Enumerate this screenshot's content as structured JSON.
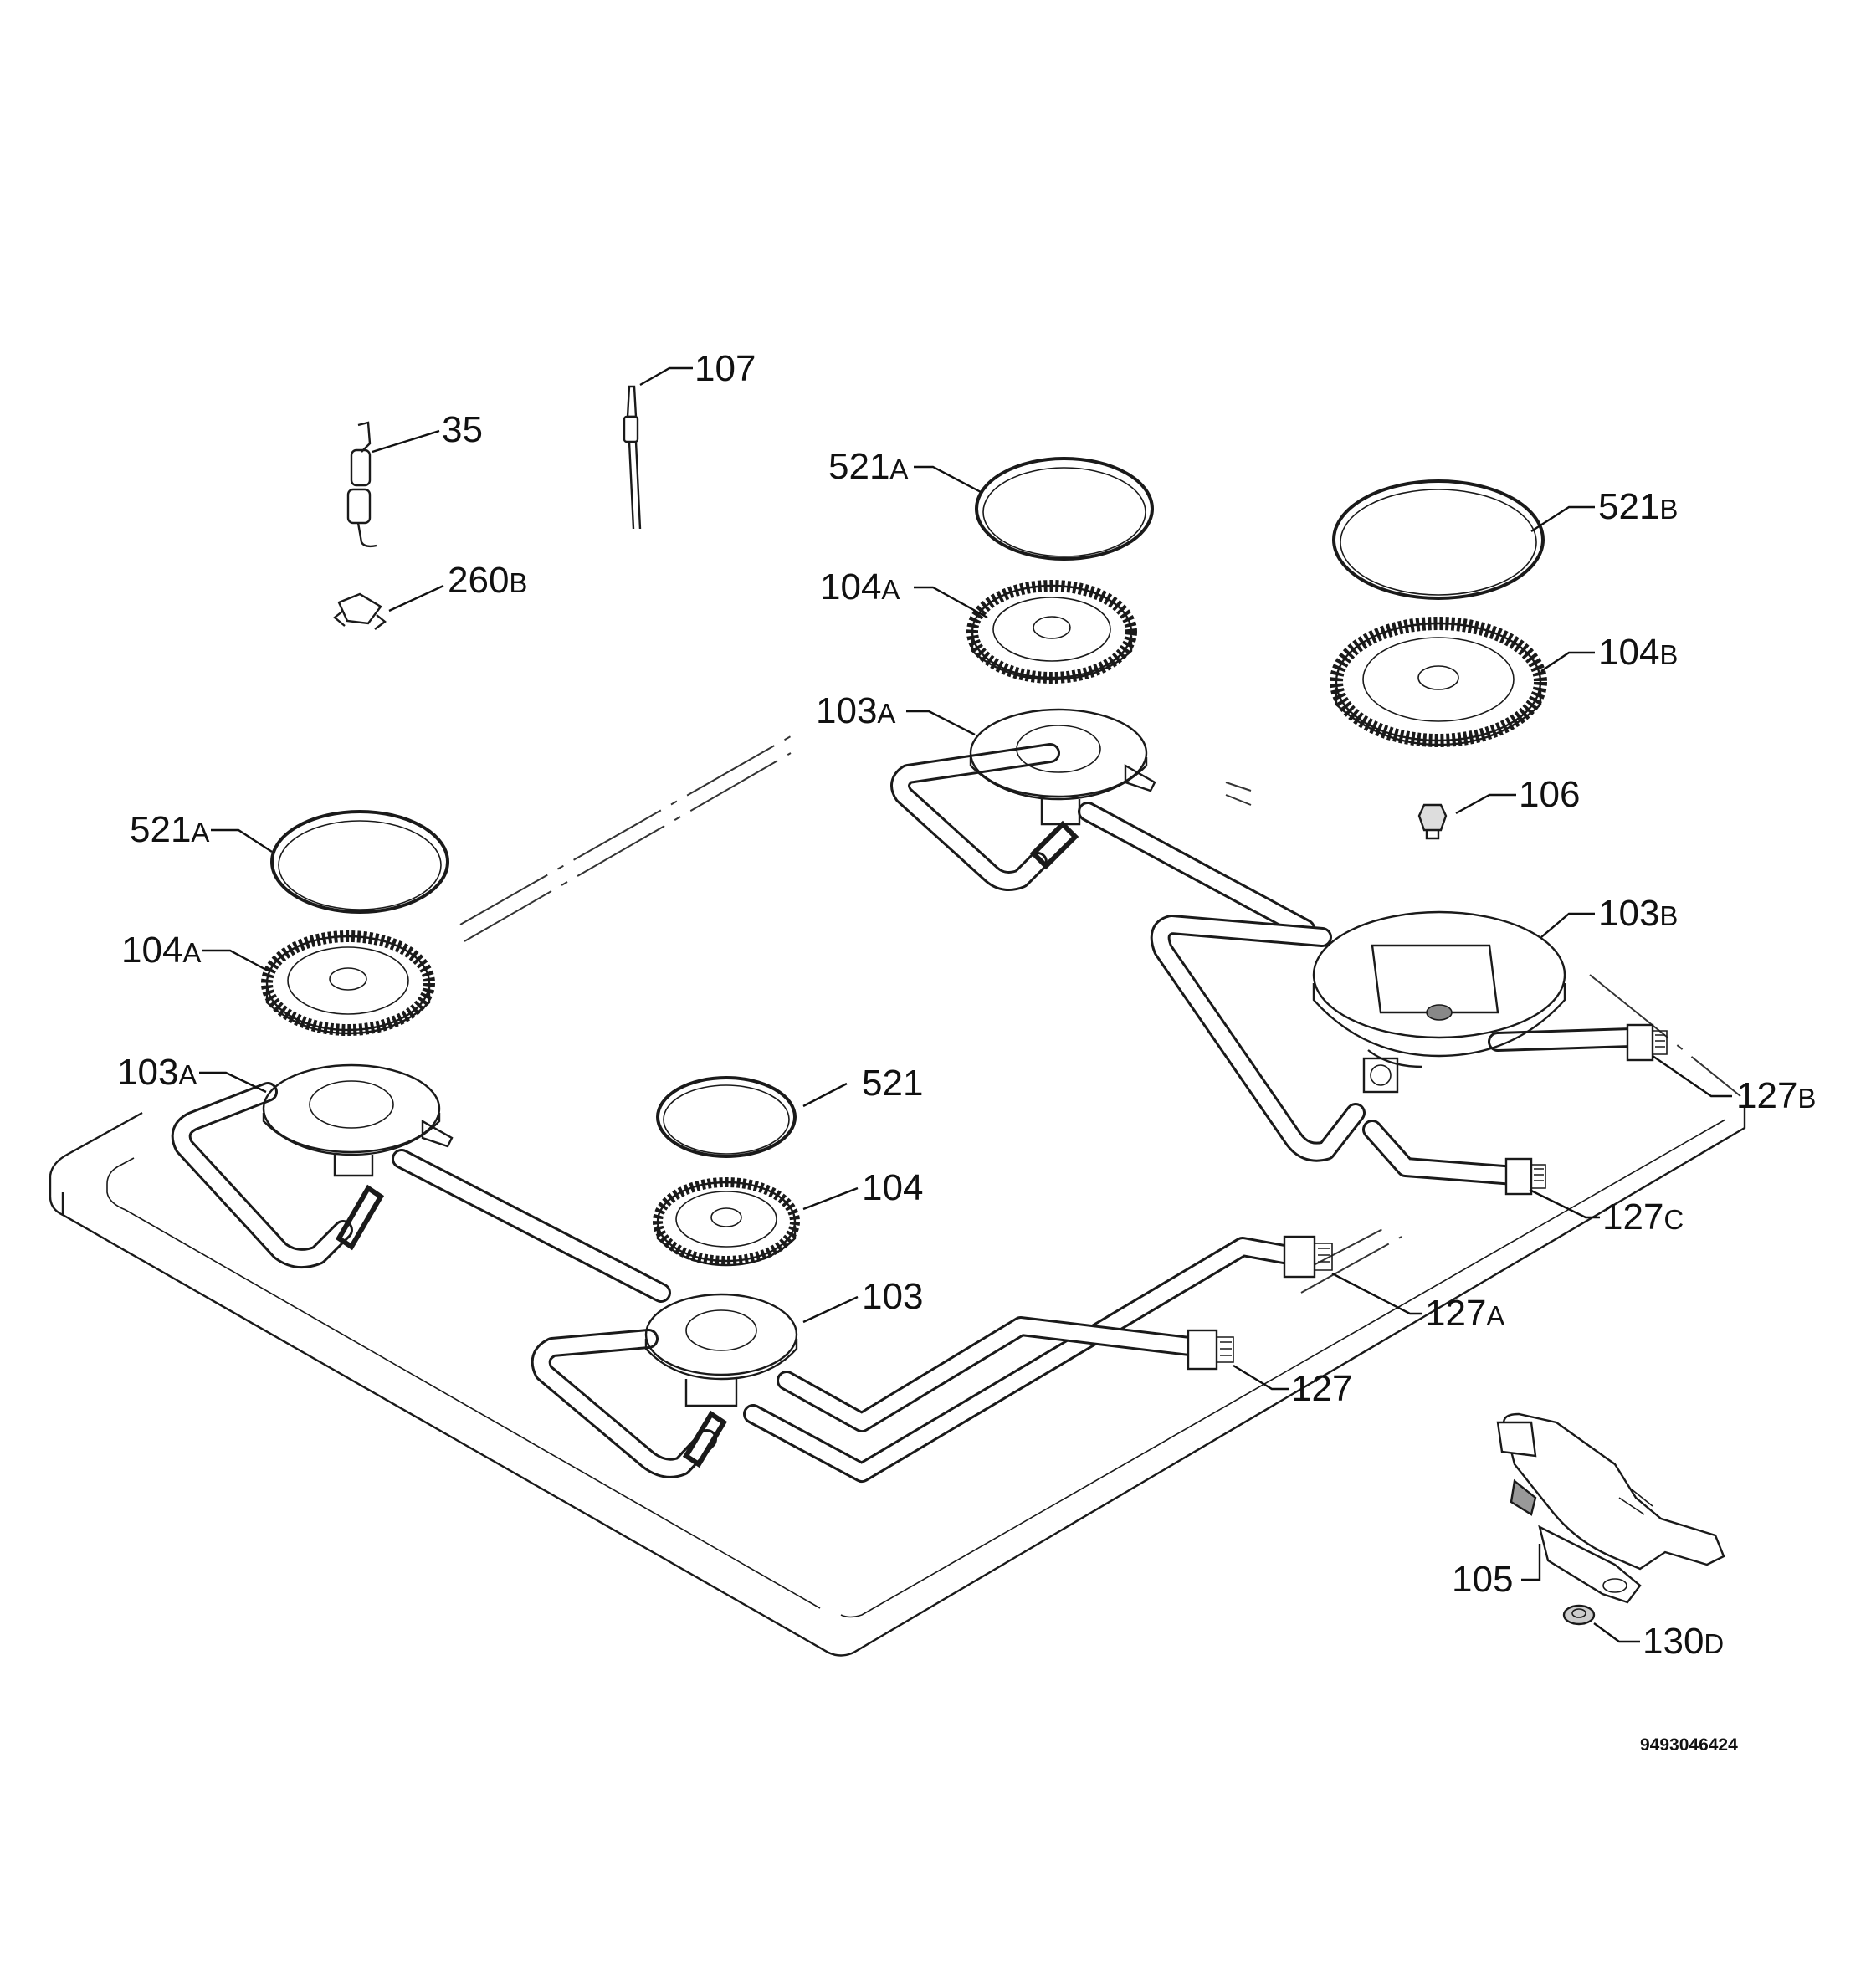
{
  "drawing_code": "9493046424",
  "parts": [
    {
      "id": "electrode",
      "number": "35",
      "suffix": ""
    },
    {
      "id": "thermocouple",
      "number": "107",
      "suffix": ""
    },
    {
      "id": "clip",
      "number": "260",
      "suffix": "B"
    },
    {
      "id": "cap-rear-center",
      "number": "521",
      "suffix": "A"
    },
    {
      "id": "crown-rear-center",
      "number": "104",
      "suffix": "A"
    },
    {
      "id": "base-rear-center",
      "number": "103",
      "suffix": "A"
    },
    {
      "id": "cap-rear-right",
      "number": "521",
      "suffix": "B"
    },
    {
      "id": "crown-rear-right",
      "number": "104",
      "suffix": "B"
    },
    {
      "id": "injector",
      "number": "106",
      "suffix": ""
    },
    {
      "id": "base-rear-right",
      "number": "103",
      "suffix": "B"
    },
    {
      "id": "cap-left",
      "number": "521",
      "suffix": "A"
    },
    {
      "id": "crown-left",
      "number": "104",
      "suffix": "A"
    },
    {
      "id": "base-left",
      "number": "103",
      "suffix": "A"
    },
    {
      "id": "cap-front",
      "number": "521",
      "suffix": ""
    },
    {
      "id": "crown-front",
      "number": "104",
      "suffix": ""
    },
    {
      "id": "base-front",
      "number": "103",
      "suffix": ""
    },
    {
      "id": "nut-b",
      "number": "127",
      "suffix": "B"
    },
    {
      "id": "nut-c",
      "number": "127",
      "suffix": "C"
    },
    {
      "id": "nut-a",
      "number": "127",
      "suffix": "A"
    },
    {
      "id": "nut",
      "number": "127",
      "suffix": ""
    },
    {
      "id": "gas-tap",
      "number": "105",
      "suffix": ""
    },
    {
      "id": "tap-nut",
      "number": "130",
      "suffix": "D"
    }
  ]
}
